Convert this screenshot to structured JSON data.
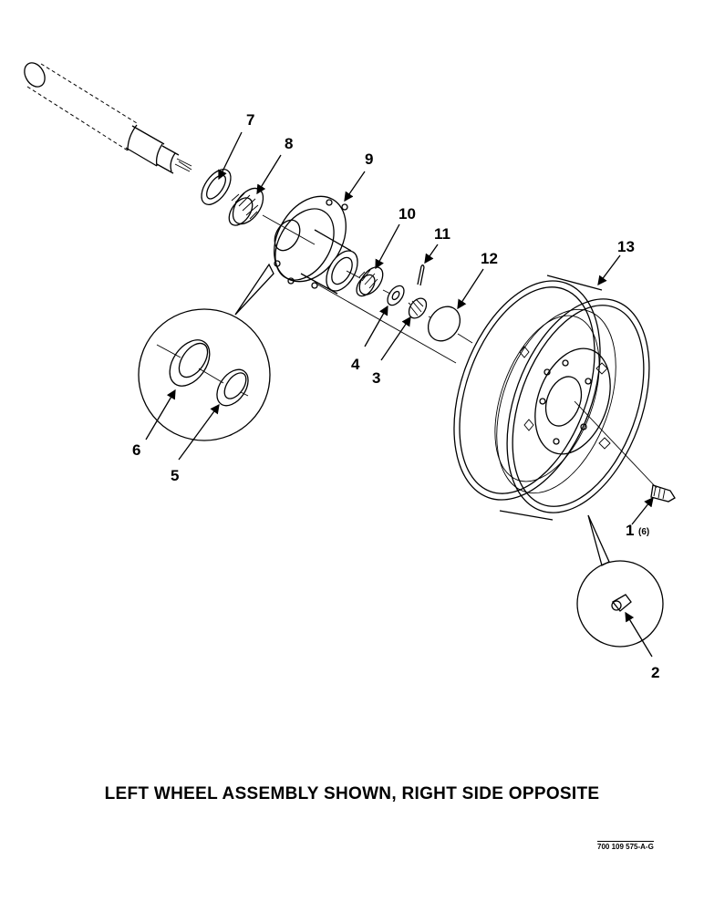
{
  "callouts": {
    "c1": "1",
    "c1_qty": "(6)",
    "c2": "2",
    "c3": "3",
    "c4": "4",
    "c5": "5",
    "c6": "6",
    "c7": "7",
    "c8": "8",
    "c9": "9",
    "c10": "10",
    "c11": "11",
    "c12": "12",
    "c13": "13"
  },
  "caption": "LEFT WHEEL ASSEMBLY SHOWN, RIGHT SIDE OPPOSITE",
  "doc_number": "700 109 575-A-G"
}
